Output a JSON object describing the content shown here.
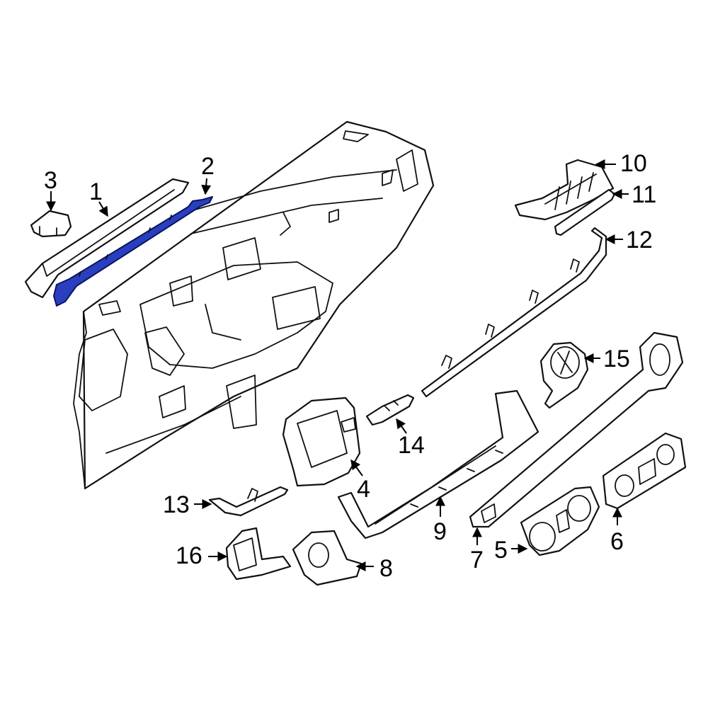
{
  "colors": {
    "highlight_fill": "#2a3fbf",
    "highlight_stroke": "#0a1560",
    "line": "#111111",
    "background": "#ffffff"
  },
  "highlighted_part": "2",
  "callouts": {
    "c1": "1",
    "c2": "2",
    "c3": "3",
    "c4": "4",
    "c5": "5",
    "c6": "6",
    "c7": "7",
    "c8": "8",
    "c9": "9",
    "c10": "10",
    "c11": "11",
    "c12": "12",
    "c13": "13",
    "c14": "14",
    "c15": "15",
    "c16": "16"
  }
}
